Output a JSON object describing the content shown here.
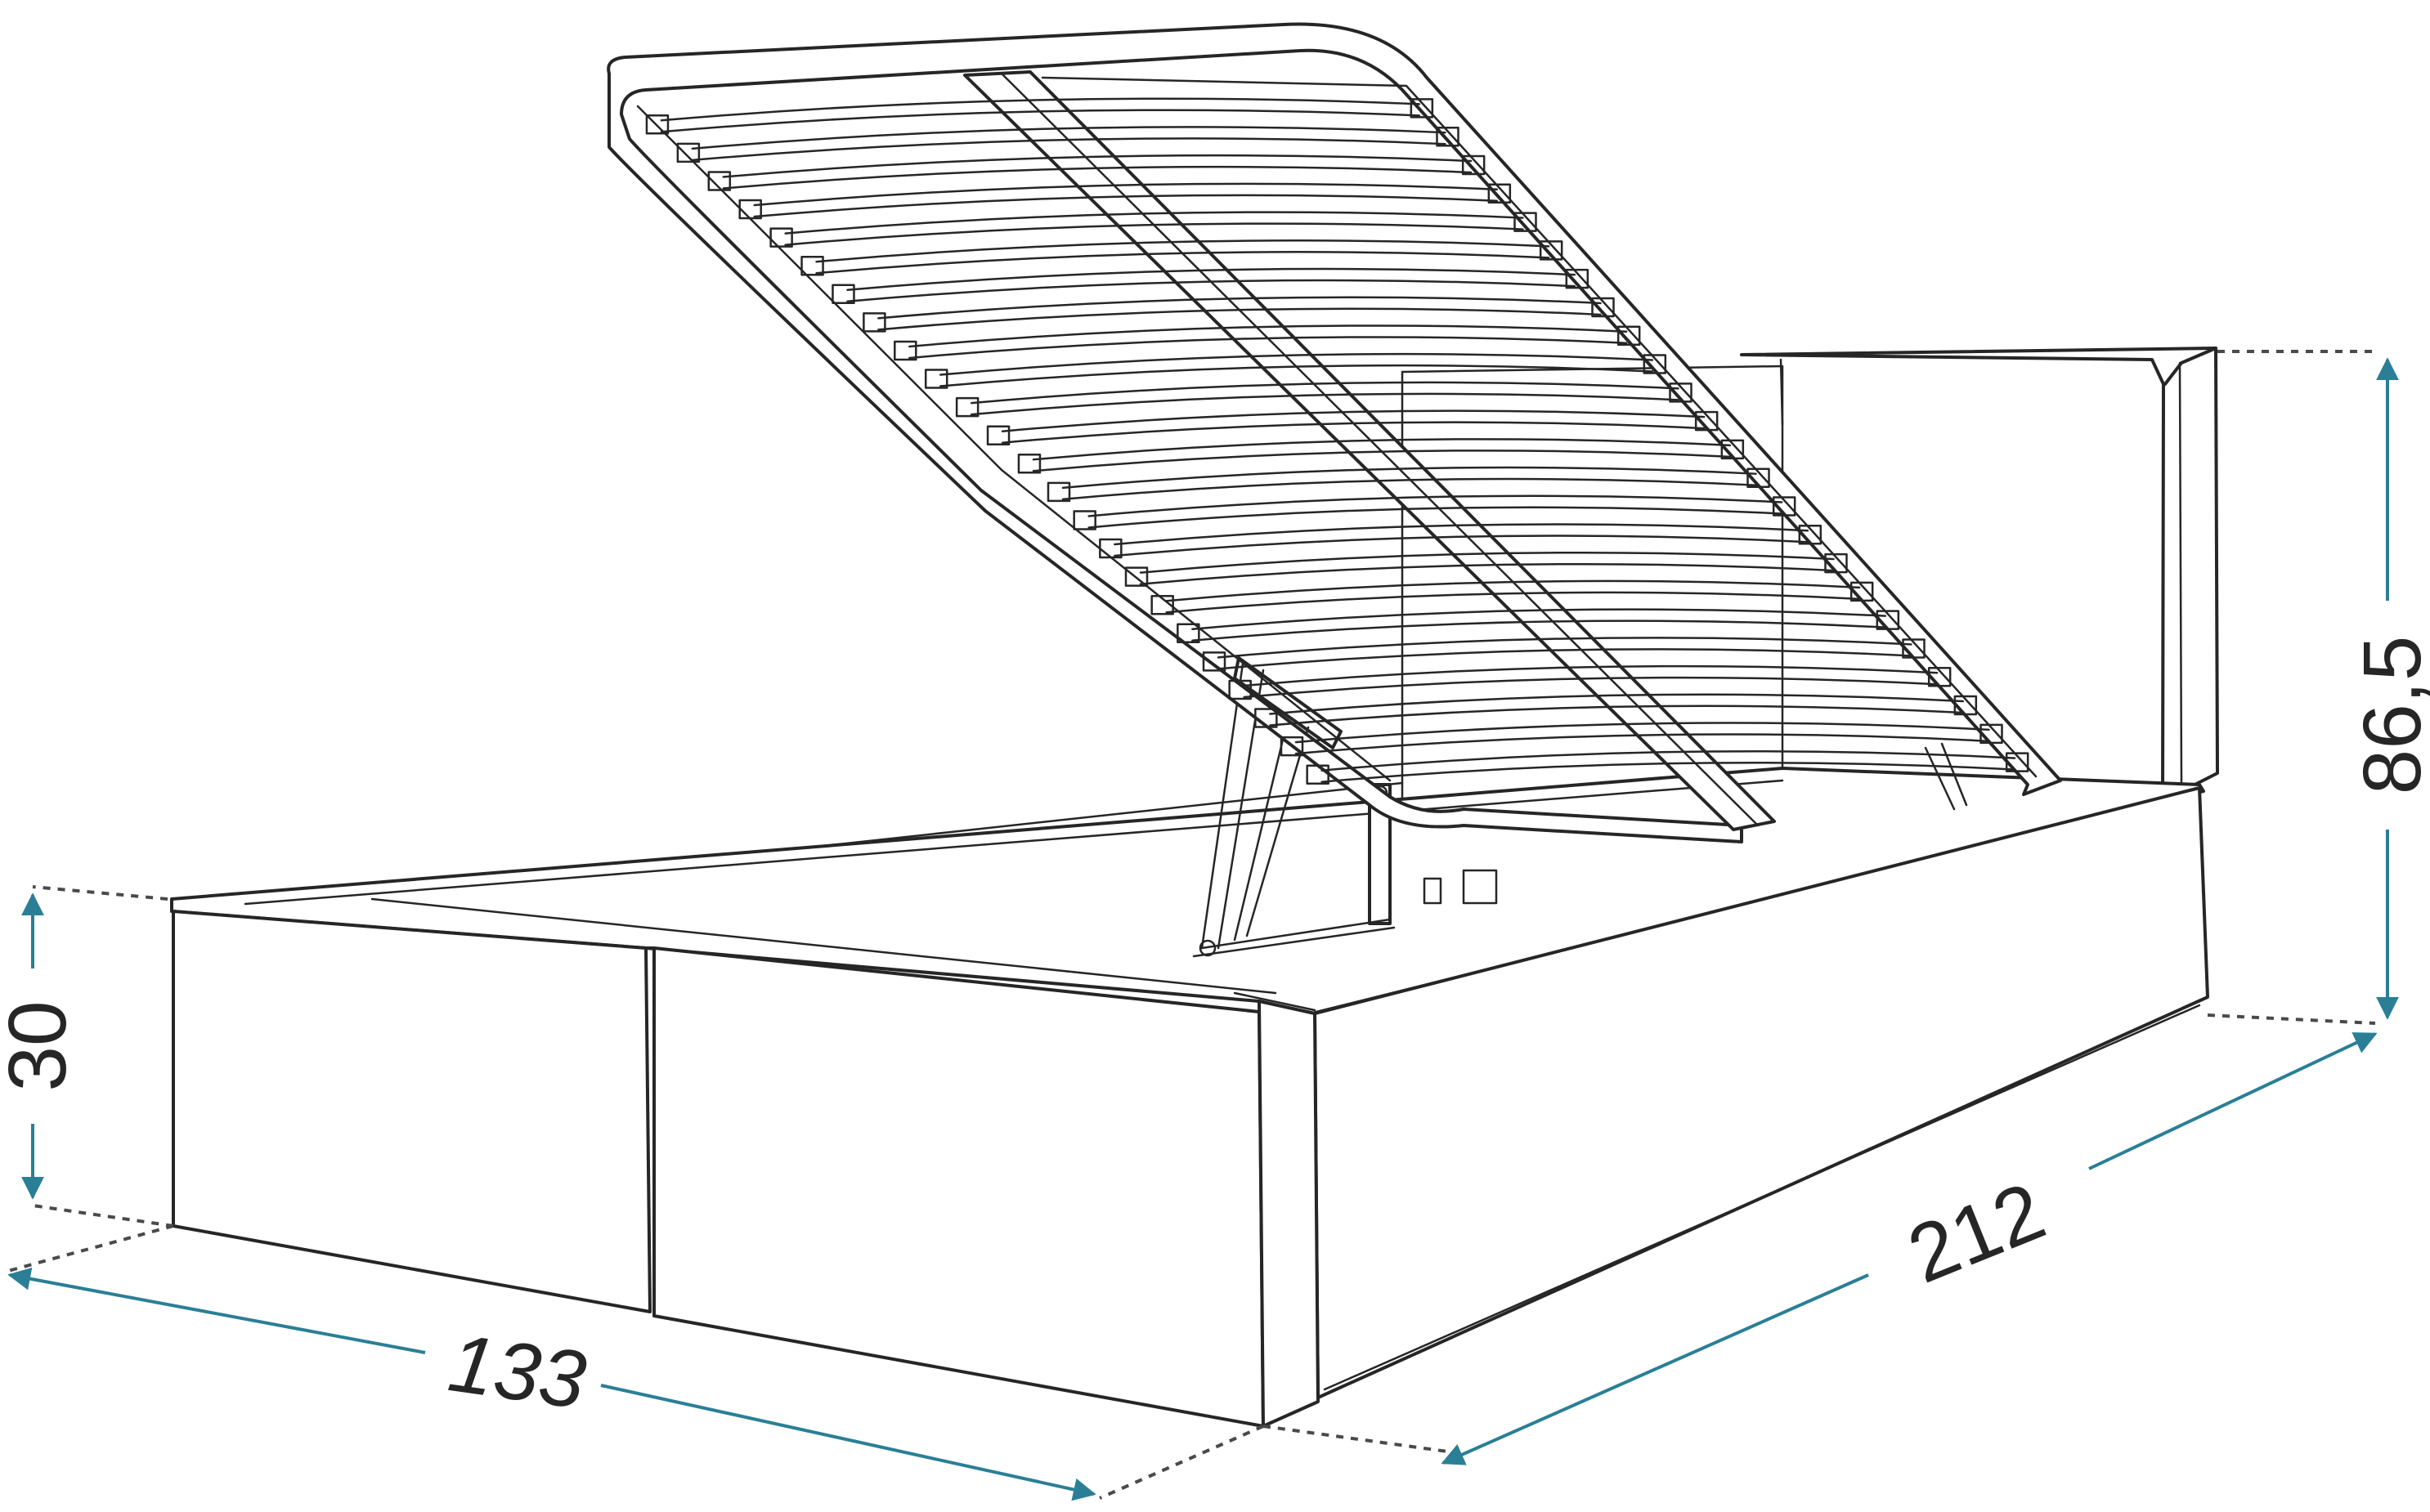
{
  "colors": {
    "outline": "#262626",
    "dimension": "#2a7f96",
    "guide": "#4a4a4a",
    "background": "#ffffff"
  },
  "dimensions": {
    "width": "133",
    "length": "212",
    "frame_height": "30",
    "headboard_height": "86,5"
  }
}
